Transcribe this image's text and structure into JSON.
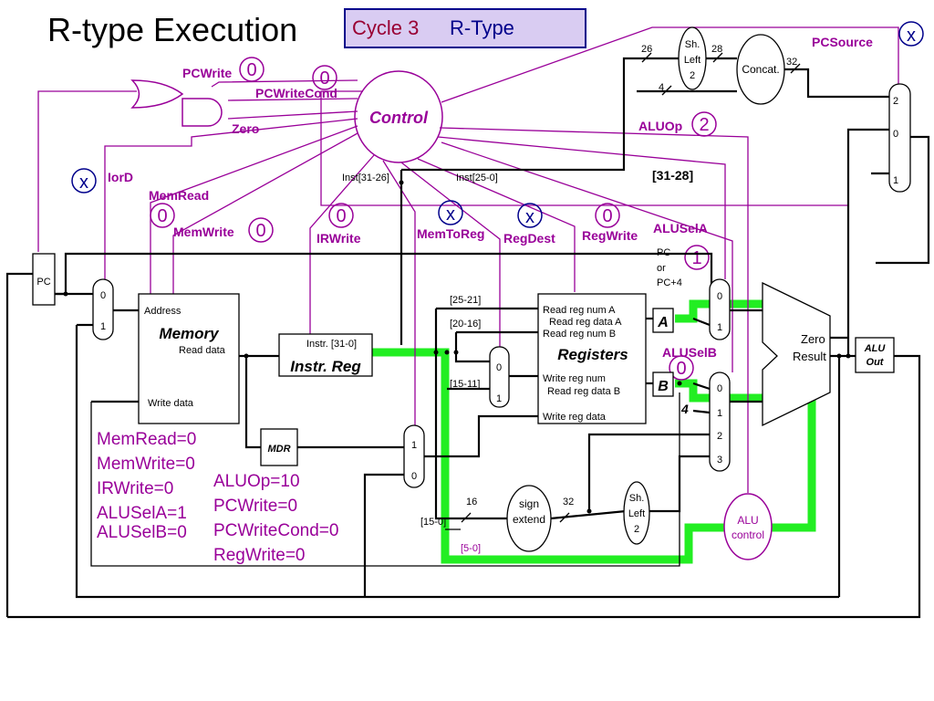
{
  "title": "R-type Execution",
  "cycle_banner": {
    "cycle": "Cycle 3",
    "type": "R-Type"
  },
  "control_unit": "Control",
  "control_signals": {
    "pcwrite": {
      "label": "PCWrite",
      "value": "0"
    },
    "pcwritecond": {
      "label": "PCWriteCond",
      "value": "0"
    },
    "zero": {
      "label": "Zero"
    },
    "iord": {
      "label": "IorD",
      "value": "x"
    },
    "memread": {
      "label": "MemRead",
      "value": "0"
    },
    "memwrite": {
      "label": "MemWrite",
      "value": "0"
    },
    "irwrite": {
      "label": "IRWrite",
      "value": "0"
    },
    "memtoreg": {
      "label": "MemToReg",
      "value": "x"
    },
    "regdest": {
      "label": "RegDest",
      "value": "x"
    },
    "regwrite": {
      "label": "RegWrite",
      "value": "0"
    },
    "aluop": {
      "label": "ALUOp",
      "value": "2"
    },
    "alusela": {
      "label": "ALUSelA",
      "value": "1"
    },
    "aluselb": {
      "label": "ALUSelB",
      "value": "0"
    },
    "pcsource": {
      "label": "PCSource",
      "value": "x"
    }
  },
  "components": {
    "pc": "PC",
    "memory": {
      "title": "Memory",
      "address": "Address",
      "read_data": "Read data",
      "write_data": "Write data"
    },
    "instr_reg": {
      "title": "Instr. Reg",
      "field": "Instr. [31-0]"
    },
    "mdr": "MDR",
    "registers": {
      "title": "Registers",
      "read_reg_a": "Read reg num A",
      "read_data_a": "Read reg data A",
      "read_reg_b": "Read reg num B",
      "write_reg_num": "Write reg num",
      "read_data_b": "Read reg data B",
      "write_reg_data": "Write reg data"
    },
    "reg_a": "A",
    "reg_b": "B",
    "sign_extend": {
      "line1": "sign",
      "line2": "extend"
    },
    "shift_left_top": {
      "line1": "Sh.",
      "line2": "Left",
      "line3": "2"
    },
    "shift_left_bottom": {
      "line1": "Sh.",
      "line2": "Left",
      "line3": "2"
    },
    "concat": "Concat.",
    "alu": {
      "zero": "Zero",
      "result": "Result"
    },
    "alu_out": {
      "line1": "ALU",
      "line2": "Out"
    },
    "alu_control": {
      "line1": "ALU",
      "line2": "control"
    }
  },
  "mux_inputs": {
    "iord": [
      "0",
      "1"
    ],
    "regdst": [
      "0",
      "1"
    ],
    "memtoreg": [
      "1",
      "0"
    ],
    "alusela": [
      "0",
      "1"
    ],
    "aluselb": [
      "0",
      "1",
      "2",
      "3"
    ],
    "pcsource": [
      "2",
      "0",
      "1"
    ]
  },
  "wire_labels": {
    "inst_31_26": "Inst[31-26]",
    "inst_25_0": "Inst[25-0]",
    "bits_25_21": "[25-21]",
    "bits_20_16": "[20-16]",
    "bits_15_11": "[15-11]",
    "bits_15_0": "[15-0]",
    "bits_5_0": "[5-0]",
    "bits_31_28": "[31-28]",
    "w26": "26",
    "w28": "28",
    "w32_top": "32",
    "w4_top": "4",
    "w16": "16",
    "w32_bot": "32",
    "four": "4",
    "pc_or": {
      "line1": "PC",
      "line2": "or",
      "line3": "PC+4"
    }
  },
  "summary_left": [
    "MemRead=0",
    "MemWrite=0",
    "IRWrite=0",
    "ALUSelA=1",
    "ALUSelB=0"
  ],
  "summary_right": [
    "ALUOp=10",
    "PCWrite=0",
    "PCWriteCond=0",
    "RegWrite=0"
  ],
  "colors": {
    "control": "#990099",
    "highlight": "#22ee22",
    "dont_care": "#00008b",
    "banner_bg": "#d9ccf2"
  }
}
